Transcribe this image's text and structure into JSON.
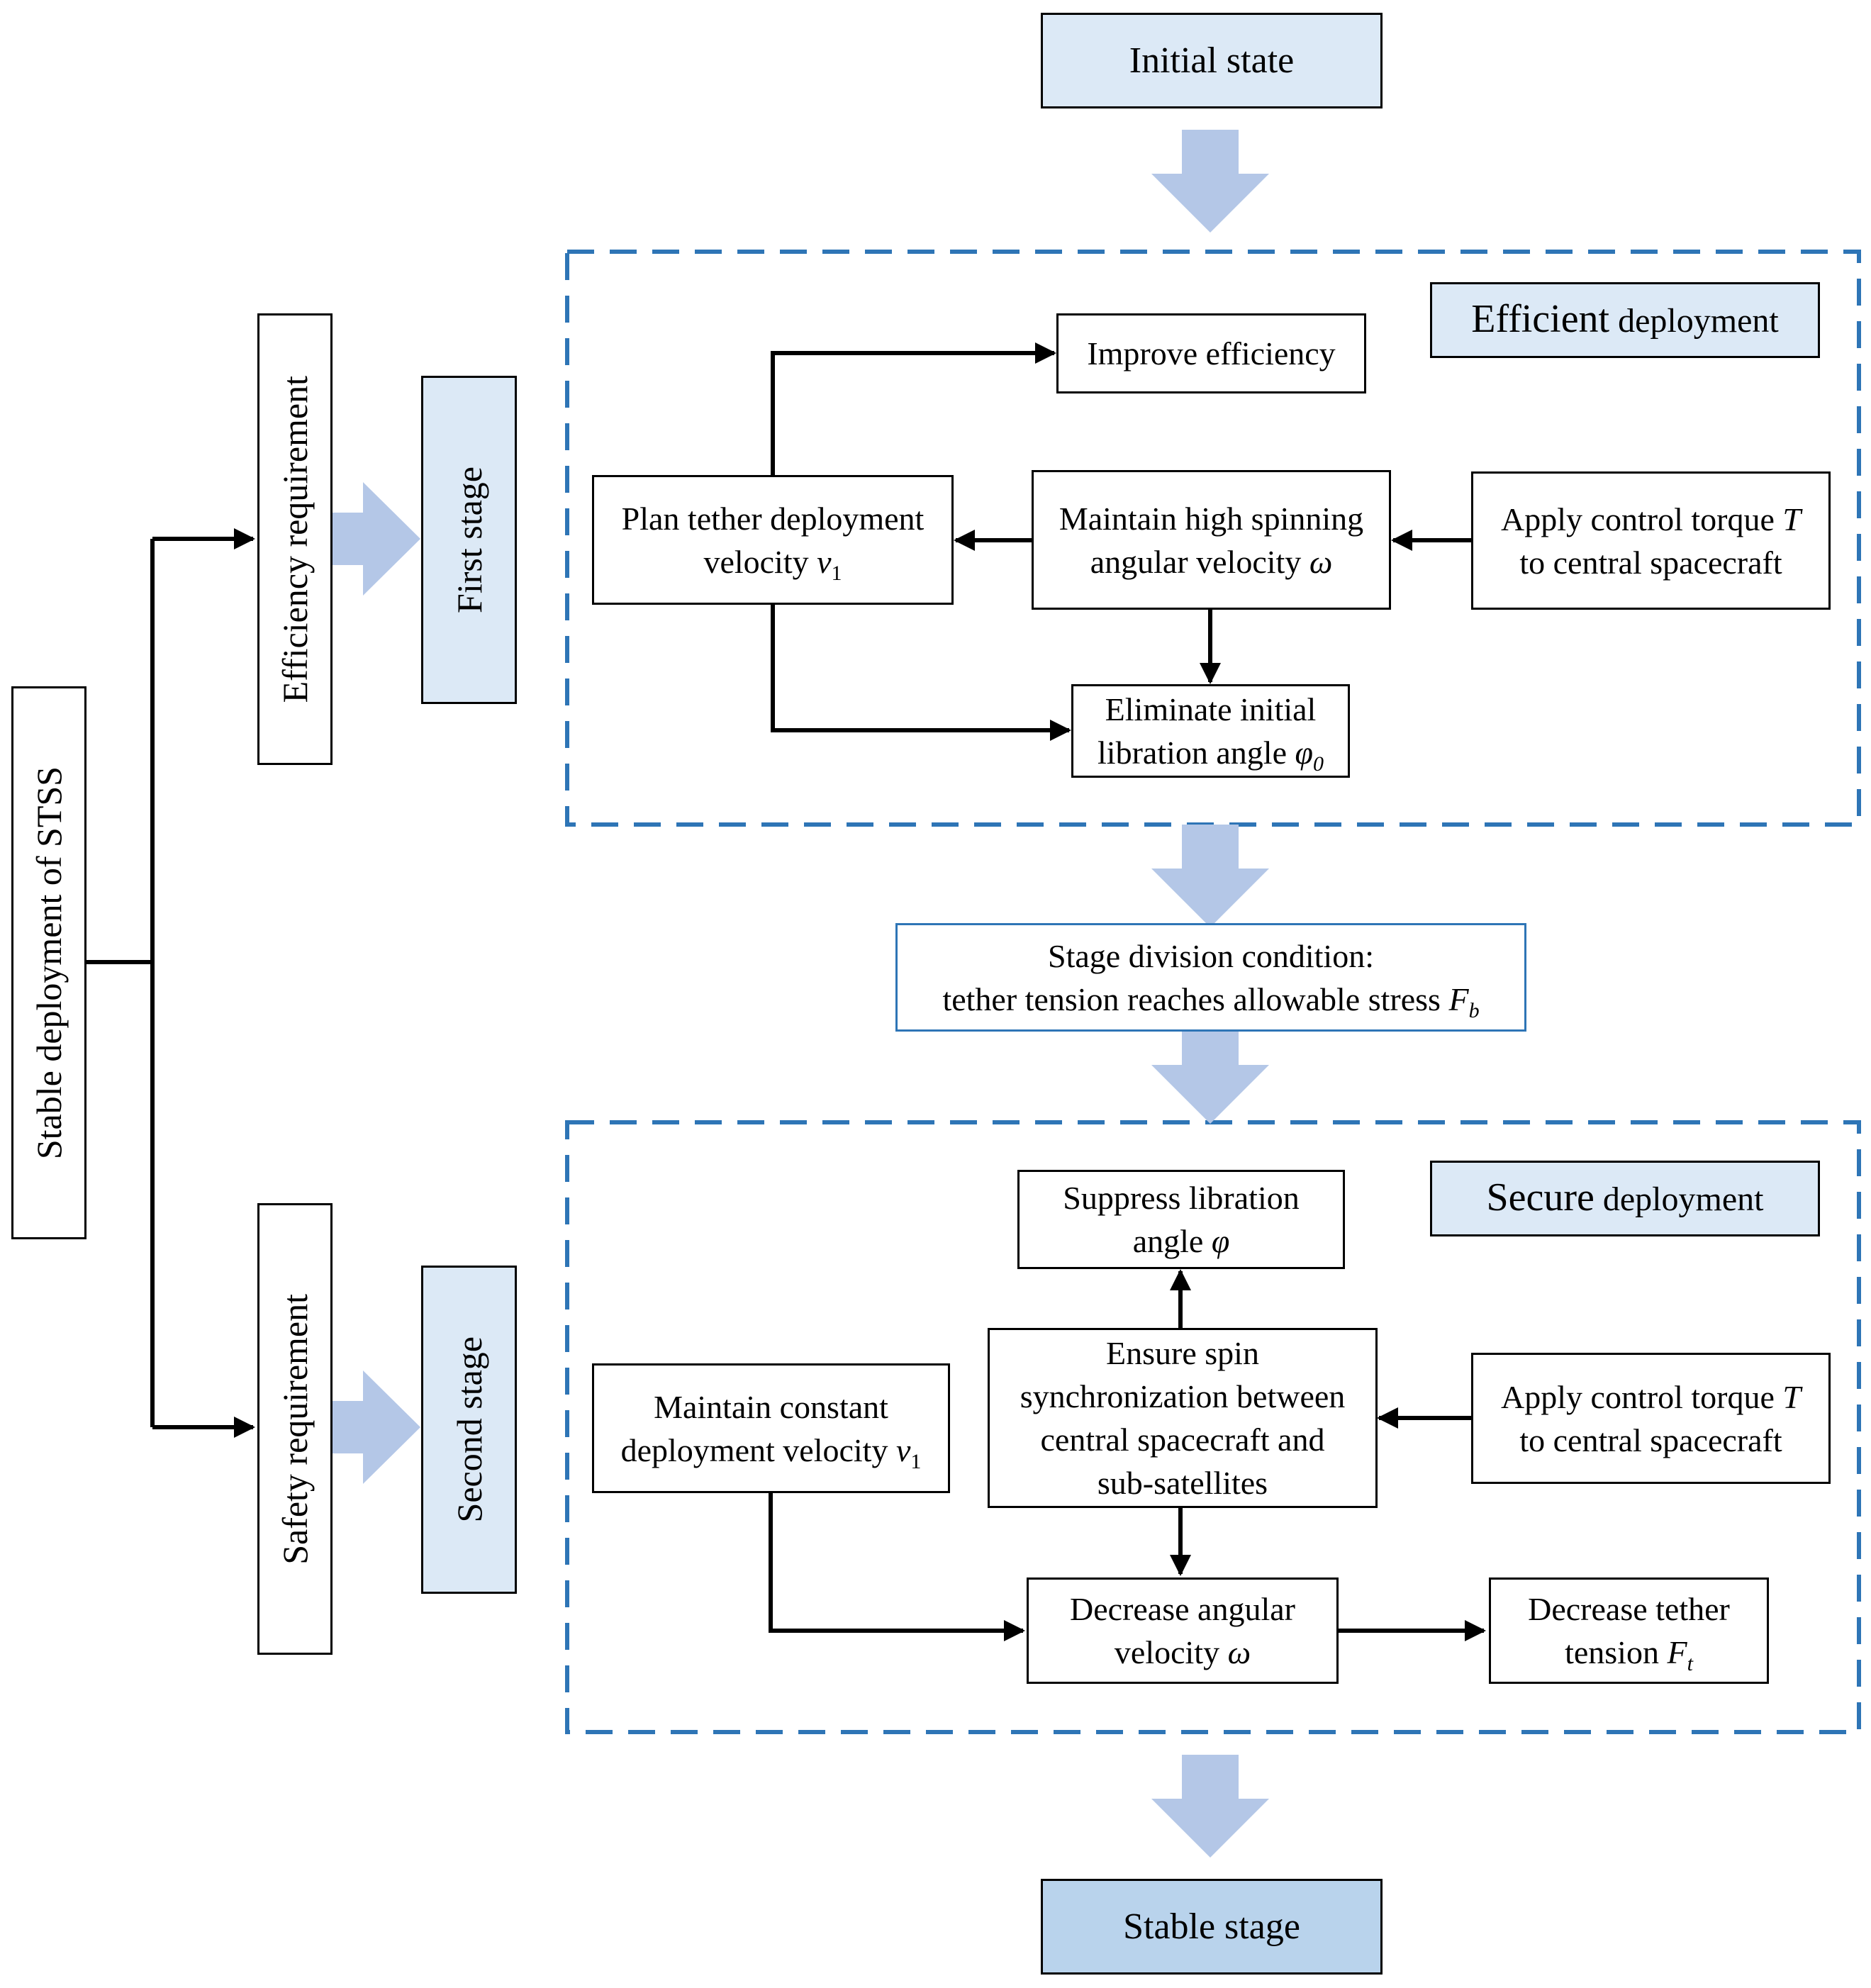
{
  "root": {
    "label": "Stable deployment of STSS"
  },
  "requirements": {
    "efficiency": "Efficiency requirement",
    "safety": "Safety requirement"
  },
  "stages": {
    "first": "First stage",
    "second": "Second stage",
    "initial": "Initial state",
    "stable": "Stable stage"
  },
  "efficient_block": {
    "header_big": "Efficient",
    "header_small": " deployment",
    "improve": "Improve efficiency",
    "plan_line1": "Plan tether deployment",
    "plan_line2": "velocity ",
    "plan_var": "v",
    "plan_sub": "1",
    "maintain_line1": "Maintain high spinning",
    "maintain_line2": "angular velocity ",
    "maintain_var": "ω",
    "torque_line1": "Apply control torque ",
    "torque_var": "T",
    "torque_line2": "to central spacecraft",
    "elim_line1": "Eliminate initial",
    "elim_line2": "libration angle ",
    "elim_var": "φ",
    "elim_sub": "0"
  },
  "division": {
    "line1": "Stage division condition:",
    "line2": "tether tension reaches allowable stress ",
    "var": "F",
    "sub": "b"
  },
  "secure_block": {
    "header_big": "Secure",
    "header_small": " deployment",
    "suppress_line1": "Suppress libration",
    "suppress_line2": "angle ",
    "suppress_var": "φ",
    "ensure_line1": "Ensure spin",
    "ensure_line2": "synchronization between",
    "ensure_line3": "central spacecraft and",
    "ensure_line4": "sub-satellites",
    "torque_line1": "Apply control torque ",
    "torque_var": "T",
    "torque_line2": "to central spacecraft",
    "const_line1": "Maintain constant",
    "const_line2": "deployment velocity ",
    "const_var": "v",
    "const_sub": "1",
    "decang_line1": "Decrease angular",
    "decang_line2": "velocity ",
    "decang_var": "ω",
    "dectension_line1": "Decrease tether",
    "dectension_line2": "tension ",
    "dectension_var": "F",
    "dectension_sub": "t"
  },
  "colors": {
    "stage_fill": "#dce9f6",
    "stable_fill": "#b9d3ec",
    "block_arrow": "#b4c7e7",
    "dashed_border": "#2e75b6",
    "line": "#000000"
  }
}
